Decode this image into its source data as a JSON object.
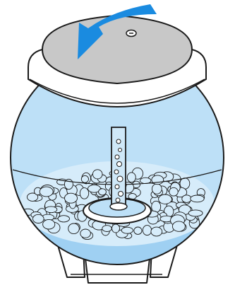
{
  "diagram": {
    "type": "aquarium-lid-removal-illustration",
    "arrow": {
      "direction": "counterclockwise",
      "color": "#1a8be0"
    },
    "icons": {
      "arrow": "rotate-ccw-arrow-icon",
      "lid_button": "lid-lock-icon"
    },
    "colors": {
      "water": "#bde0f7",
      "water_edge": "#9fd0f2",
      "lid": "#c8c8c8",
      "ring": "#ffffff",
      "outline": "#1a1a1a",
      "gravel": "#d6ecfa"
    },
    "components": [
      "lid",
      "ring",
      "globe-tank",
      "water",
      "air-tube",
      "bubbles",
      "filter-plate",
      "gravel",
      "base-stand"
    ]
  }
}
